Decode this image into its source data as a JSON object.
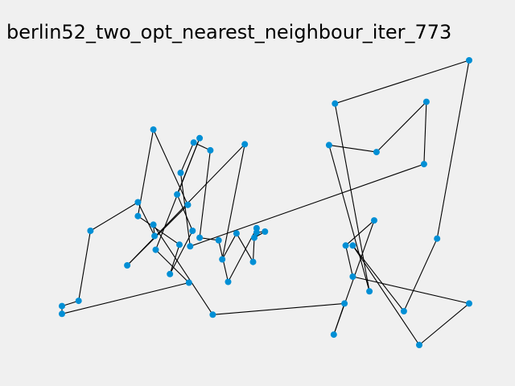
{
  "chart_data": {
    "type": "line",
    "title": "berlin52_two_opt_nearest_neighbour_iter_773",
    "xlabel": "",
    "ylabel": "",
    "axes_visible": false,
    "grid": false,
    "legend": "none",
    "series": [
      {
        "line_color": "#000000",
        "marker_color": "#008fd5",
        "closed": true,
        "points": [
          [
            565,
            575
          ],
          [
            525,
            1000
          ],
          [
            580,
            1175
          ],
          [
            650,
            1130
          ],
          [
            605,
            625
          ],
          [
            685,
            610
          ],
          [
            725,
            370
          ],
          [
            845,
            680
          ],
          [
            845,
            655
          ],
          [
            880,
            660
          ],
          [
            835,
            625
          ],
          [
            830,
            485
          ],
          [
            760,
            650
          ],
          [
            700,
            500
          ],
          [
            795,
            1165
          ],
          [
            300,
            465
          ],
          [
            555,
            815
          ],
          [
            555,
            815
          ],
          [
            410,
            1250
          ],
          [
            345,
            750
          ],
          [
            520,
            585
          ],
          [
            480,
            415
          ],
          [
            575,
            665
          ],
          [
            510,
            875
          ],
          [
            605,
            1200
          ],
          [
            420,
            555
          ],
          [
            560,
            365
          ],
          [
            25,
            185
          ],
          [
            25,
            230
          ],
          [
            95,
            260
          ],
          [
            145,
            665
          ],
          [
            345,
            830
          ],
          [
            415,
            635
          ],
          [
            410,
            700
          ],
          [
            660,
            180
          ],
          [
            1215,
            245
          ],
          [
            1170,
            65
          ],
          [
            1340,
            725
          ],
          [
            1220,
            580
          ],
          [
            1250,
            400
          ],
          [
            1740,
            245
          ],
          [
            1530,
            5
          ],
          [
            1250,
            580
          ],
          [
            1465,
            200
          ],
          [
            1605,
            620
          ],
          [
            1740,
            1650
          ],
          [
            1175,
            1400
          ],
          [
            1320,
            315
          ],
          [
            1150,
            1160
          ],
          [
            1350,
            1120
          ],
          [
            1560,
            1410
          ],
          [
            1550,
            1050
          ]
        ]
      }
    ],
    "colors": {
      "background": "#f0f0f0",
      "line": "#000000",
      "marker": "#008fd5"
    }
  }
}
